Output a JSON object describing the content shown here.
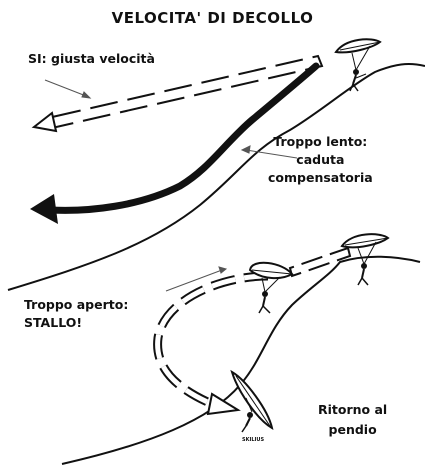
{
  "title": "VELOCITA' DI DECOLLO",
  "labels": {
    "correct_speed": "SI: giusta velocità",
    "too_slow": "Troppo lento:\ncaduta\ncompensatoria",
    "too_open": "Troppo aperto:\nSTALLO!",
    "return_slope": "Ritorno al\npendio",
    "small_text": "SKILIUS"
  },
  "scenes": [
    {
      "name": "top",
      "outcomes": [
        "correct_speed",
        "too_slow"
      ]
    },
    {
      "name": "bottom",
      "outcomes": [
        "too_open",
        "return_slope"
      ]
    }
  ]
}
